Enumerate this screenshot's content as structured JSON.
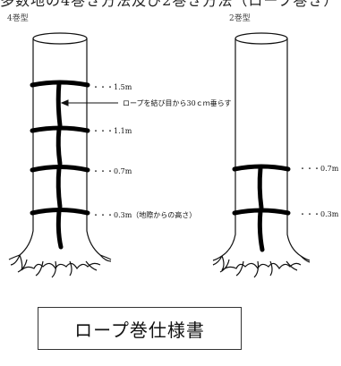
{
  "heading": "多数地の4巻き方法及び2巻き方法（ロープ巻き）",
  "diagrams": {
    "four_wrap": {
      "label": "4巻型",
      "heights": [
        "・・・1.5m",
        "・・・1.1m",
        "・・・0.7m",
        "・・・0.3m（地際からの高さ）"
      ],
      "annotation": "ロープを結び目から30ｃｍ垂らす"
    },
    "two_wrap": {
      "label": "2巻型",
      "heights": [
        "・・・0.7m",
        "・・・0.3m"
      ]
    }
  },
  "title_box": "ロープ巻仕様書",
  "colors": {
    "line": "#111111",
    "rope": "#000000"
  }
}
